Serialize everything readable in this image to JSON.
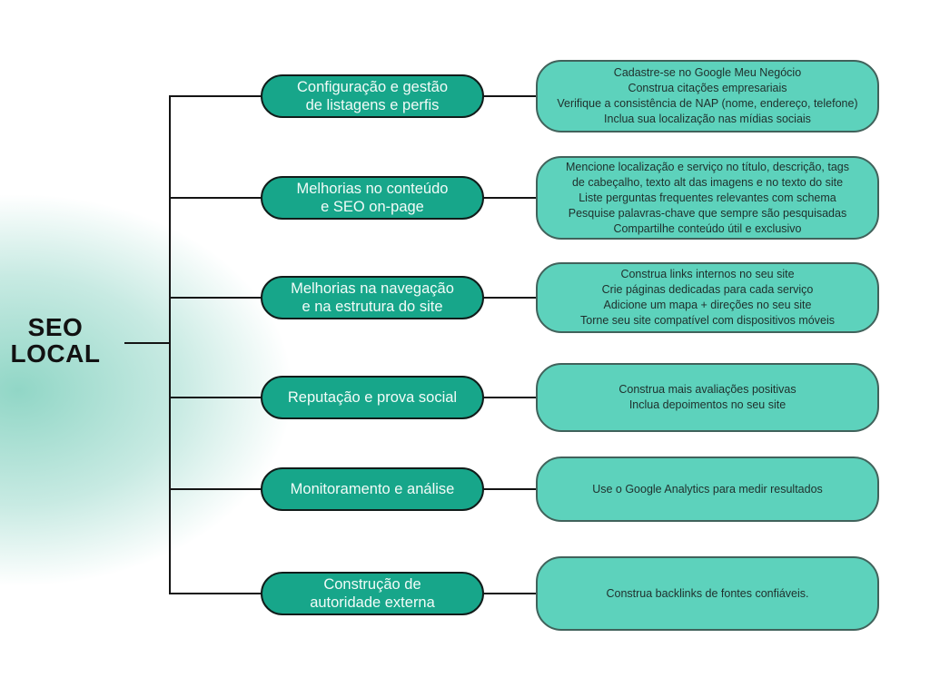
{
  "root": {
    "line1": "SEO",
    "line2": "LOCAL"
  },
  "colors": {
    "branch_fill": "#17a68a",
    "branch_border": "#111c1a",
    "branch_text": "#ffffff",
    "detail_fill": "#5dd2bc",
    "detail_border": "#41625b",
    "detail_text": "#1f2f2c",
    "connector": "#141414",
    "background_glow": "#8bd4c3",
    "background": "#ffffff",
    "root_text": "#121212"
  },
  "rows": [
    {
      "label": "Configuração e gestão\nde listagens e perfis",
      "details": "Cadastre-se no Google Meu Negócio\nConstrua citações empresariais\nVerifique a consistência de NAP (nome, endereço, telefone)\nInclua sua localização nas mídias sociais"
    },
    {
      "label": "Melhorias no conteúdo\ne SEO on-page",
      "details": "Mencione localização e serviço no título, descrição, tags\nde cabeçalho, texto alt das imagens e no texto do site\nListe perguntas frequentes relevantes com schema\nPesquise palavras-chave que sempre são pesquisadas\nCompartilhe conteúdo útil e exclusivo"
    },
    {
      "label": "Melhorias na navegação\ne na estrutura do site",
      "details": "Construa links internos no seu site\nCrie páginas dedicadas para cada serviço\nAdicione um mapa + direções no seu site\nTorne seu site compatível com dispositivos móveis"
    },
    {
      "label": "Reputação e prova social",
      "details": "Construa mais avaliações positivas\nInclua depoimentos no seu site"
    },
    {
      "label": "Monitoramento e análise",
      "details": "Use o Google Analytics para medir resultados"
    },
    {
      "label": "Construção de\nautoridade externa",
      "details": "Construa backlinks de fontes confiáveis."
    }
  ]
}
